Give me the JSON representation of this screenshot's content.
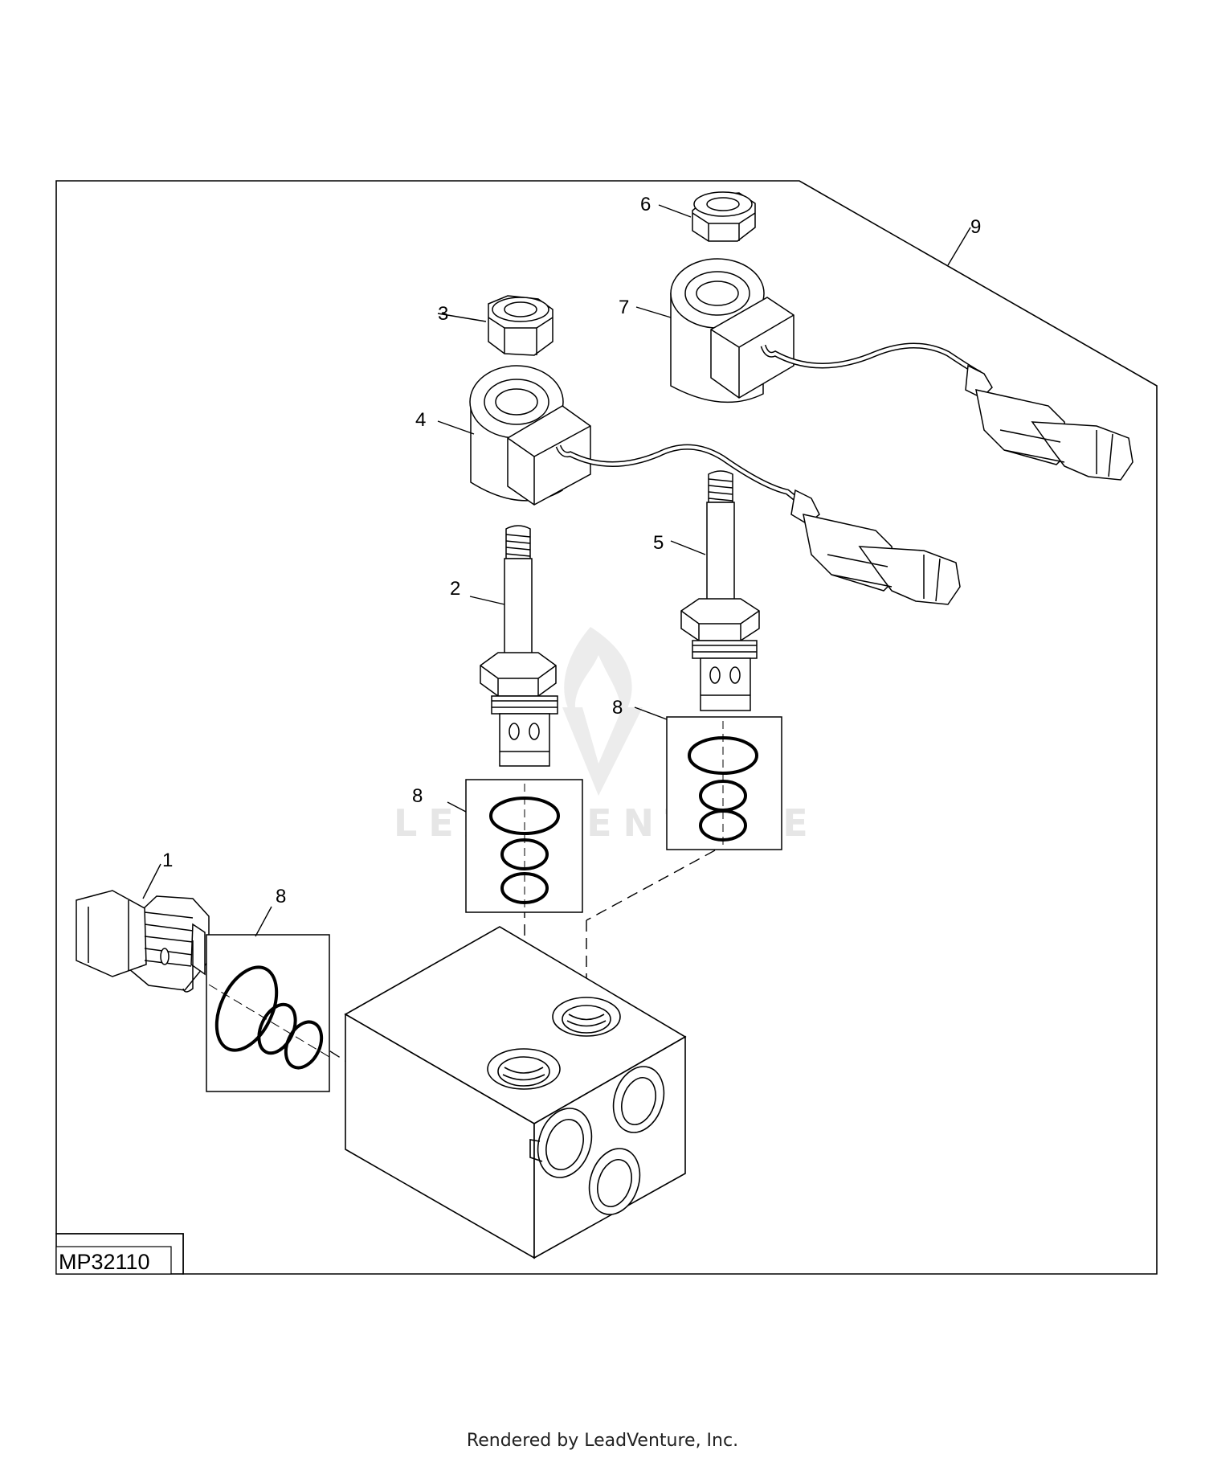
{
  "diagram": {
    "figure_id": "MP32110",
    "callouts": {
      "c1": "1",
      "c2": "2",
      "c3": "3",
      "c4": "4",
      "c5": "5",
      "c6": "6",
      "c7": "7",
      "c8a": "8",
      "c8b": "8",
      "c8c": "8",
      "c9": "9"
    },
    "watermark": "LEADVENTURE",
    "footer": "Rendered by LeadVenture, Inc."
  },
  "colors": {
    "line": "#000000",
    "background": "#ffffff",
    "watermark": "#e6e6e6"
  }
}
